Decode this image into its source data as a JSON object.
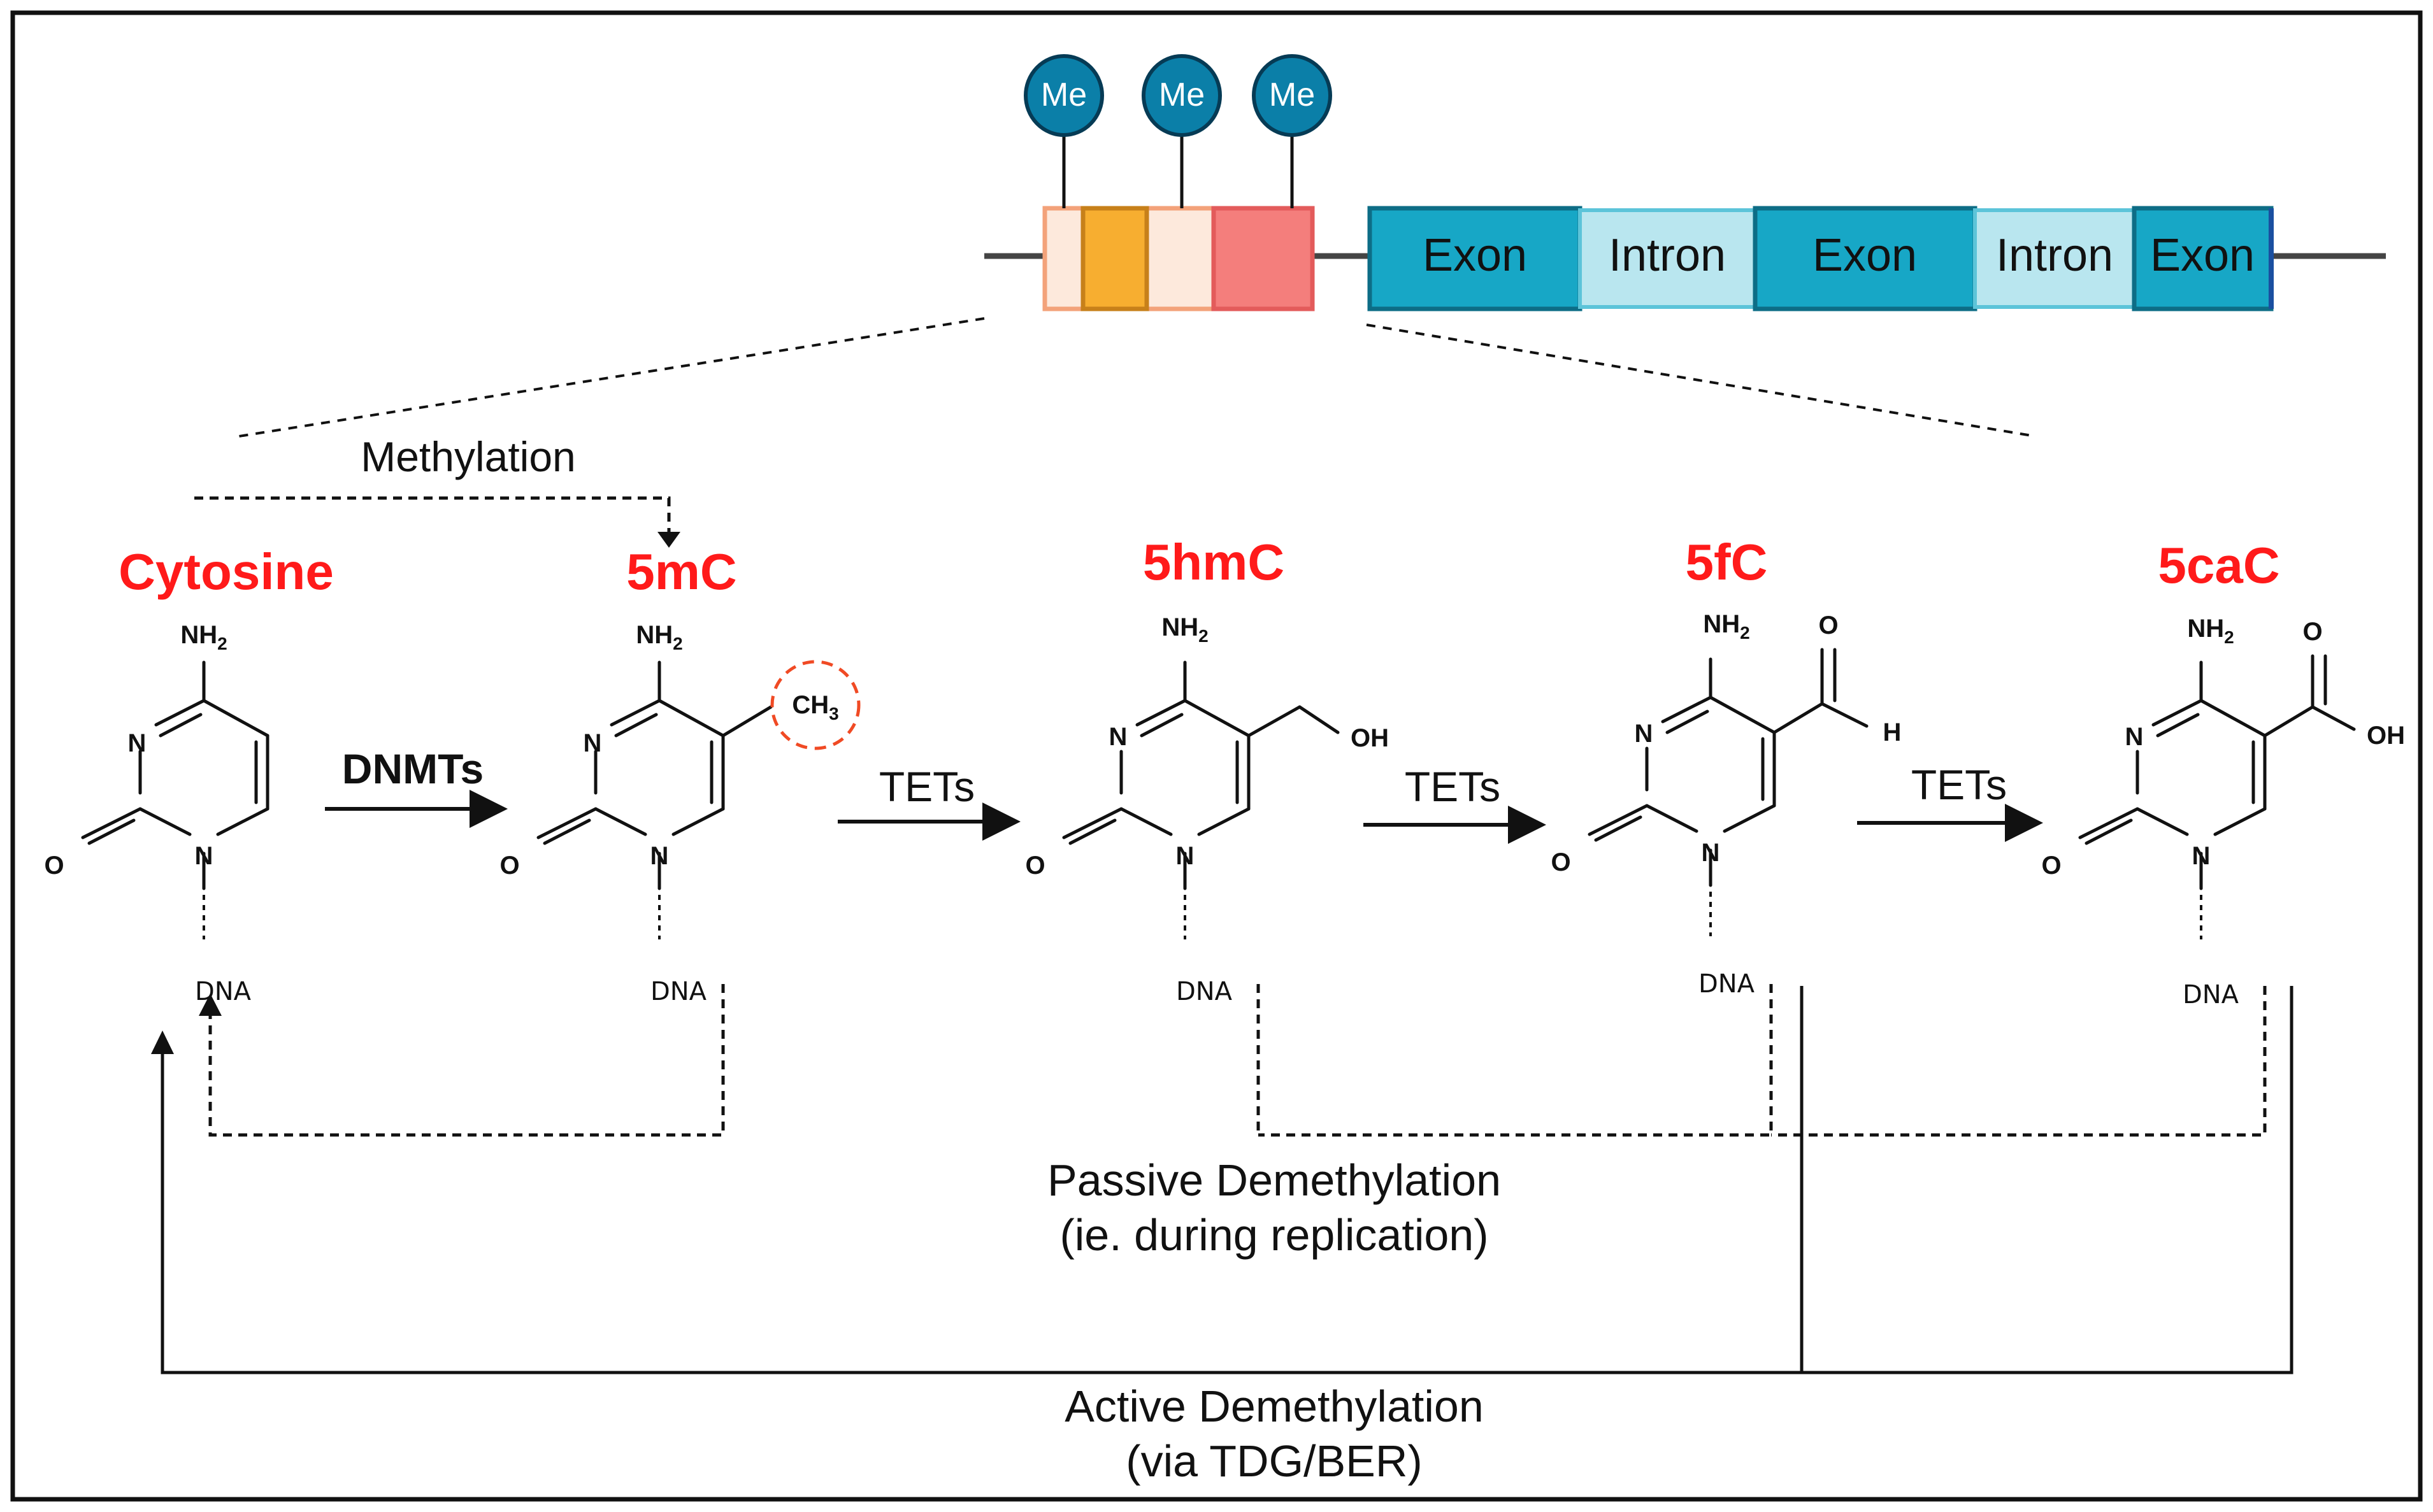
{
  "gene": {
    "methyl_tags": [
      "Me",
      "Me",
      "Me"
    ],
    "segments": [
      "Exon",
      "Intron",
      "Exon",
      "Intron",
      "Exon"
    ]
  },
  "arrows": {
    "methylation": "Methylation",
    "dnmts": "DNMTs",
    "tets": [
      "TETs",
      "TETs",
      "TETs"
    ]
  },
  "molecules": [
    {
      "name": "Cytosine"
    },
    {
      "name": "5mC",
      "group": "CH3"
    },
    {
      "name": "5hmC",
      "group": "OH"
    },
    {
      "name": "5fC",
      "group_o": "O",
      "group_h": "H"
    },
    {
      "name": "5caC",
      "group_o": "O",
      "group_oh": "OH"
    }
  ],
  "atoms": {
    "nh2": "NH2",
    "n": "N",
    "o": "O",
    "dna": "DNA"
  },
  "pathways": {
    "passive_line1": "Passive Demethylation",
    "passive_line2": "(ie. during replication)",
    "active_line1": "Active Demethylation",
    "active_line2": "(via TDG/BER)"
  },
  "colors": {
    "label_red": "#ff1a1a",
    "me_circle": "#0b7fa8",
    "exon": "#17a7c6",
    "intron": "#b9e6ef",
    "promoter_light": "#fde9dc",
    "promoter_orange": "#f7ae30",
    "promoter_red": "#f47e7c",
    "ch3_circle": "#f04a24"
  }
}
